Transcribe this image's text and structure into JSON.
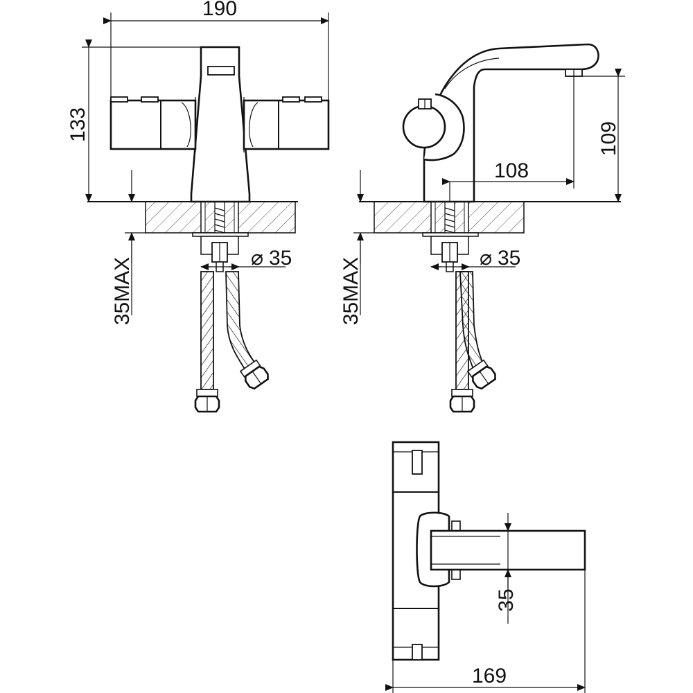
{
  "front_view": {
    "width_dim": "190",
    "height_dim": "133",
    "hole_dim": "35",
    "hole_prefix": "⌀",
    "deck_dim": "35MAX"
  },
  "side_view": {
    "reach_dim": "108",
    "spout_height_dim": "109",
    "hole_dim": "35",
    "hole_prefix": "⌀",
    "deck_dim": "35MAX"
  },
  "top_view": {
    "depth_dim": "169",
    "spout_width_dim": "35"
  }
}
